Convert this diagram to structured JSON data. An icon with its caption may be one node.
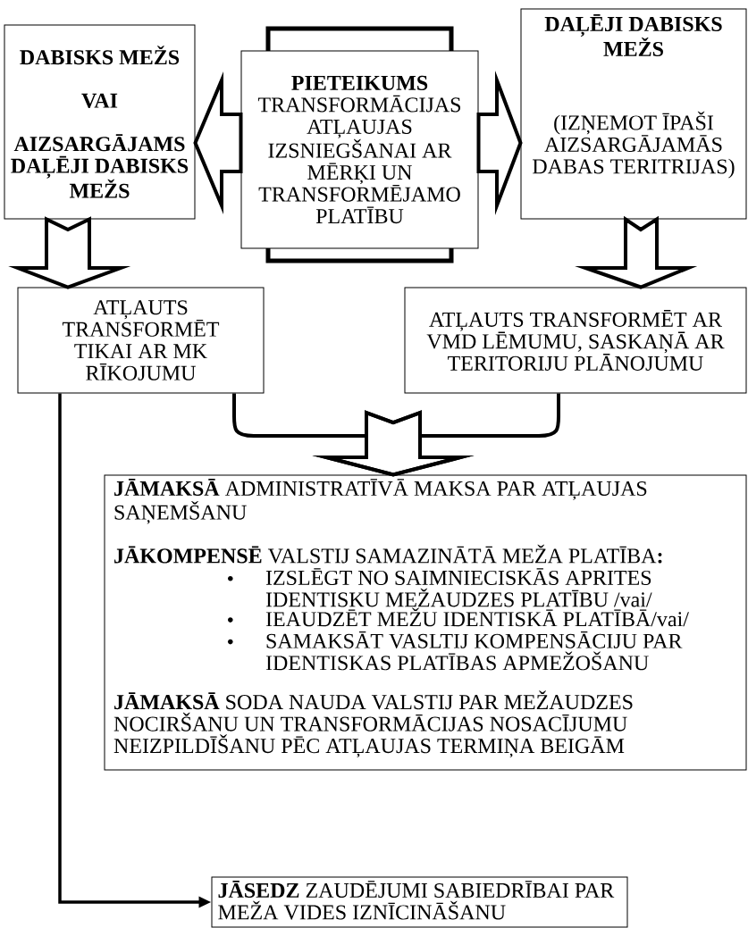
{
  "diagram": {
    "nodes": [
      {
        "text": [
          "DABISKS MEŽS",
          "VAI",
          "AIZSARGĀJAMS DAĻĒJI DABISKS MEŽS"
        ]
      },
      {
        "text": [
          "PIETEIKUMS",
          "TRANSFORMĀCIJAS ATĻAUJAS IZSNIEGŠANAI AR MĒRĶI UN TRANSFORMĒJAMO PLATĪBU"
        ]
      },
      {
        "text": [
          "DAĻĒJI DABISKS MEŽS",
          "(IZŅEMOT ĪPAŠI AIZSARGĀJAMĀS DABAS TERITRIJAS)"
        ]
      },
      {
        "text": [
          "ATĻAUTS TRANSFORMĒT TIKAI AR MK RĪKOJUMU"
        ]
      },
      {
        "text": [
          "ATĻAUTS TRANSFORMĒT AR VMD LĒMUMU, SASKAŅĀ AR TERITORIJU PLĀNOJUMU"
        ]
      },
      {
        "text": [
          "**JĀMAKSĀ** ADMINISTRATĪVĀ MAKSA PAR ATĻAUJAS SAŅEMŠANU",
          "**JĀKOMPENSĒ** VALSTIJ SAMAZINĀTĀ MEŽA PLATĪBA**:**",
          "IZSLĒGT NO SAIMNIECISKĀS APRITES IDENTISKU MEŽAUDZES PLATĪBU /vai/",
          "IEAUDZĒT MEŽU IDENTISKĀ PLATĪBĀ/vai/",
          "SAMAKSĀT VASLTIJ KOMPENSĀCIJU PAR IDENTISKAS PLATĪBAS APMEŽOŠANU",
          "**JĀMAKSĀ** SODA NAUDA VALSTIJ PAR MEŽAUDZES NOCIRŠANU UN TRANSFORMĀCIJAS NOSACĪJUMU NEIZPILDĪŠANU PĒC ATĻAUJAS TERMIŅA BEIGĀM"
        ]
      },
      {
        "text": [
          "**JĀSEDZ** ZAUDĒJUMI SABIEDRĪBAI PAR MEŽA VIDES IZNĪCINĀŠANU"
        ]
      }
    ],
    "edges": [
      {
        "from": 1,
        "to": 0,
        "arrow": "to"
      },
      {
        "from": 1,
        "to": 2,
        "arrow": "to"
      },
      {
        "from": 0,
        "to": 3,
        "arrow": "to"
      },
      {
        "from": 2,
        "to": 4,
        "arrow": "to"
      },
      {
        "from": 3,
        "to": 5,
        "arrow": "to"
      },
      {
        "from": 4,
        "to": 5,
        "arrow": "to"
      },
      {
        "from": 3,
        "to": 6,
        "arrow": "to"
      }
    ]
  }
}
